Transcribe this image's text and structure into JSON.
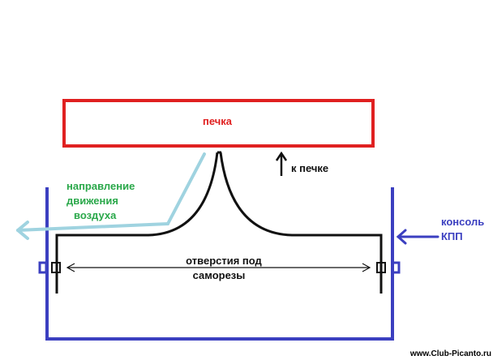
{
  "diagram": {
    "labels": {
      "heater": "печка",
      "to_heater": "к печке",
      "airflow_line1": "направление",
      "airflow_line2": "движения",
      "airflow_line3": "воздуха",
      "console_line1": "консоль",
      "console_line2": "КПП",
      "holes_line1": "отверстия под",
      "holes_line2": "саморезы"
    },
    "watermark": "www.Club-Picanto.ru",
    "colors": {
      "heater": "#e02020",
      "console": "#3b3fc0",
      "airflow": "#9fd3e0",
      "airflow_text": "#2aa84a",
      "duct": "#111111"
    }
  }
}
